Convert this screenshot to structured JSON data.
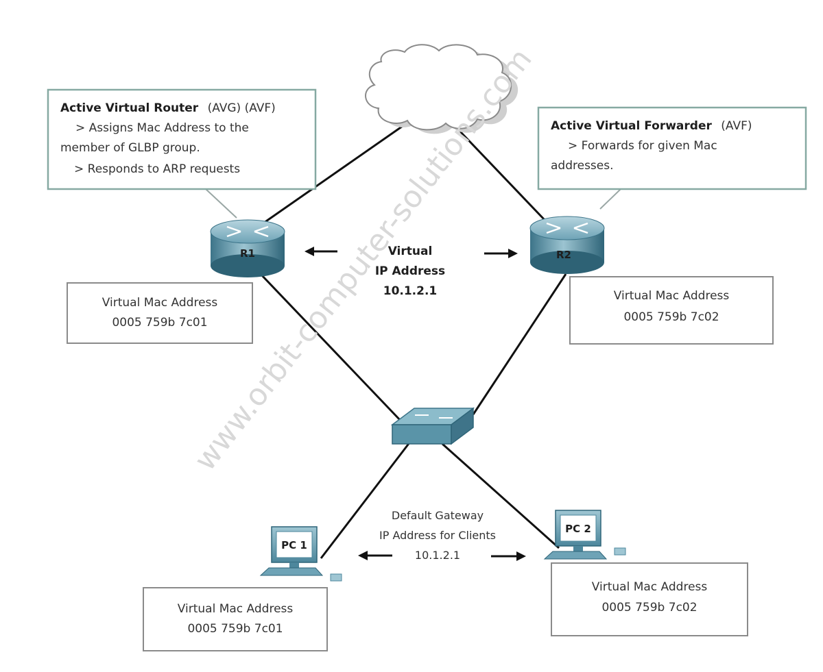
{
  "watermark": "www.orbit-computer-solutions.com",
  "avg_box": {
    "title": "Active Virtual Router",
    "tags": "(AVG) (AVF)",
    "line1": "> Assigns Mac Address to the",
    "line2": "member of GLBP group.",
    "line3": "> Responds to ARP requests"
  },
  "avf_box": {
    "title": "Active Virtual Forwarder",
    "tags": "(AVF)",
    "line1": "> Forwards for given Mac",
    "line2": "addresses."
  },
  "routers": {
    "r1": "R1",
    "r2": "R2"
  },
  "virtual_ip": {
    "line1": "Virtual",
    "line2": "IP Address",
    "line3": "10.1.2.1"
  },
  "mac_boxes": {
    "r1": {
      "title": "Virtual Mac Address",
      "value": "0005  759b  7c01"
    },
    "r2": {
      "title": "Virtual Mac Address",
      "value": "0005  759b  7c02"
    },
    "pc1": {
      "title": "Virtual Mac Address",
      "value": "0005  759b  7c01"
    },
    "pc2": {
      "title": "Virtual Mac Address",
      "value": "0005  759b  7c02"
    }
  },
  "pcs": {
    "pc1": "PC 1",
    "pc2": "PC 2"
  },
  "gateway": {
    "line1": "Default Gateway",
    "line2": "IP Address for Clients",
    "line3": "10.1.2.1"
  },
  "colors": {
    "router_teal": "#4f8ea5",
    "box_border": "#86a9a2",
    "link_line": "#111111"
  }
}
